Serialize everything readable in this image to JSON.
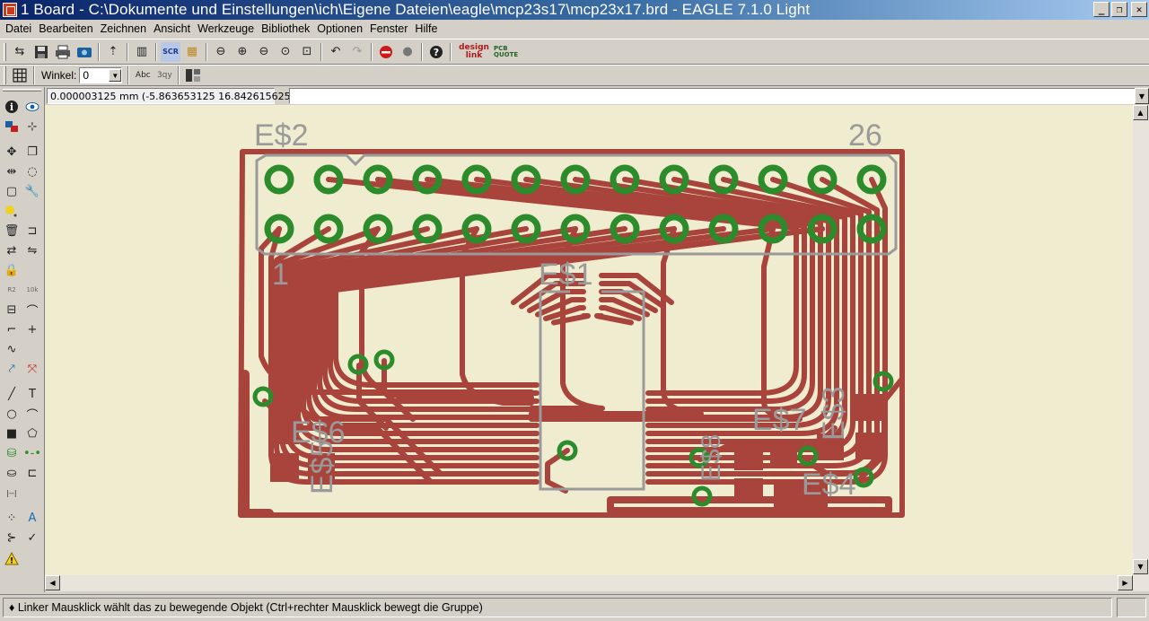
{
  "window": {
    "title": "1 Board - C:\\Dokumente und Einstellungen\\ich\\Eigene Dateien\\eagle\\mcp23s17\\mcp23x17.brd - EAGLE 7.1.0 Light",
    "min": "_",
    "max": "❐",
    "close": "✕"
  },
  "menu": [
    "Datei",
    "Bearbeiten",
    "Zeichnen",
    "Ansicht",
    "Werkzeuge",
    "Bibliothek",
    "Optionen",
    "Fenster",
    "Hilfe"
  ],
  "toolbar": {
    "logo_designlink": "design link",
    "logo_pcbquote": "PCB QUOTE",
    "winkel_label": "Winkel:",
    "winkel_value": "0",
    "text_abc": "Abc"
  },
  "coords": "0.000003125 mm (-5.863653125 16.842615625)",
  "command": "",
  "status": "♦ Linker Mausklick wählt das zu bewegende Objekt (Ctrl+rechter Mausklick bewegt die Gruppe)",
  "board": {
    "labels": {
      "es2": "E$2",
      "pin26": "26",
      "pin1": "1",
      "es1": "E$1",
      "es6": "E$6",
      "es5": "E$5",
      "es7": "E$7",
      "es3": "E$3",
      "es4": "E$4",
      "es8": "E$8"
    },
    "colors": {
      "background": "#f0ecd0",
      "copper": "#a8443c",
      "pad": "#2c8c2c",
      "silkscreen": "#9a9a9a"
    }
  }
}
